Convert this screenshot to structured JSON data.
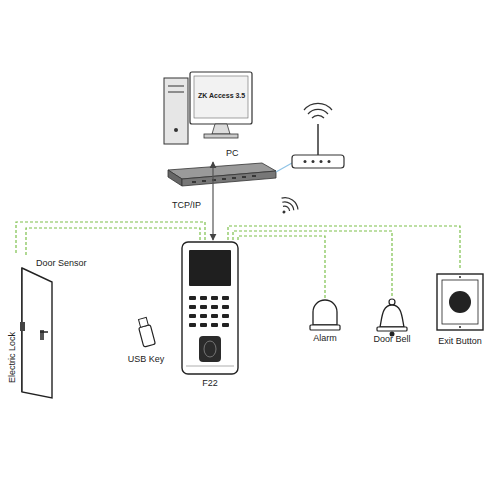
{
  "diagram": {
    "nodes": [
      {
        "text": [
          "ZK Access 3.5",
          "PC"
        ]
      },
      {
        "text": [
          "F22"
        ]
      },
      {
        "text": [
          "Door Sensor",
          "Electric Lock"
        ]
      },
      {
        "text": [
          "USB Key"
        ]
      },
      {
        "text": [
          "Alarm"
        ]
      },
      {
        "text": [
          "Door Bell"
        ]
      },
      {
        "text": [
          "Exit Button"
        ]
      }
    ],
    "edges": [
      {
        "from": 0,
        "to": 1,
        "label": "TCP/IP",
        "arrow": "both"
      },
      {
        "from": 1,
        "to": 2,
        "arrow": "none"
      },
      {
        "from": 1,
        "to": 2,
        "arrow": "none"
      },
      {
        "from": 1,
        "to": 4,
        "arrow": "none"
      },
      {
        "from": 1,
        "to": 5,
        "arrow": "none"
      },
      {
        "from": 1,
        "to": 6,
        "arrow": "none"
      }
    ]
  }
}
